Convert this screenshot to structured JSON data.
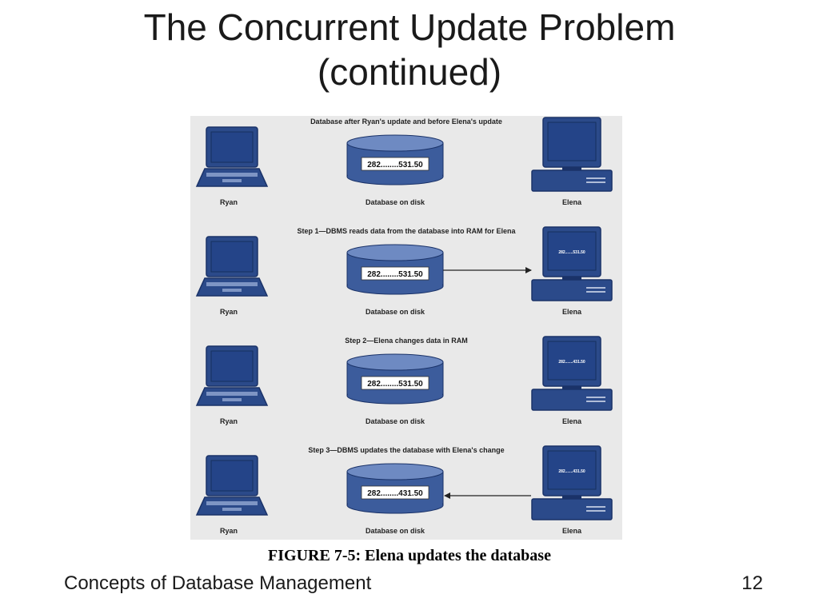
{
  "slide": {
    "title_line1": "The Concurrent Update Problem",
    "title_line2": "(continued)",
    "caption": "FIGURE 7-5: Elena updates the database",
    "footer_left": "Concepts of Database Management",
    "page_number": "12"
  },
  "figure": {
    "colors": {
      "device": "#2b4a8a",
      "device_dark": "#1a3268",
      "disk": "#3c5c9c",
      "screen": "#244488",
      "background": "#e9e9e9"
    },
    "panels": [
      {
        "title": "Database after Ryan's update and before Elena's update",
        "db_value": "282........531.50",
        "screen_value": "",
        "arrow": "none",
        "user1": "Ryan",
        "db_label": "Database on disk",
        "user2": "Elena"
      },
      {
        "title": "Step 1—DBMS reads data from the database into RAM for Elena",
        "db_value": "282........531.50",
        "screen_value": "282.......531.50",
        "arrow": "right",
        "user1": "Ryan",
        "db_label": "Database on disk",
        "user2": "Elena"
      },
      {
        "title": "Step 2—Elena changes data in RAM",
        "db_value": "282........531.50",
        "screen_value": "282.......431.50",
        "arrow": "none",
        "user1": "Ryan",
        "db_label": "Database on disk",
        "user2": "Elena"
      },
      {
        "title": "Step 3—DBMS updates the database with Elena's change",
        "db_value": "282........431.50",
        "screen_value": "282.......431.50",
        "arrow": "left",
        "user1": "Ryan",
        "db_label": "Database on disk",
        "user2": "Elena"
      }
    ]
  }
}
